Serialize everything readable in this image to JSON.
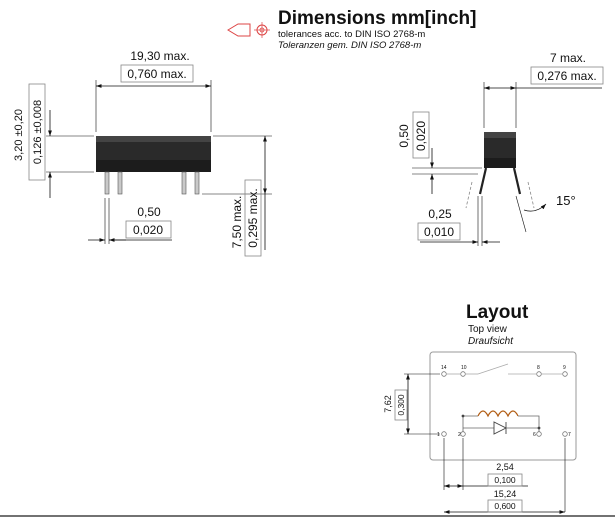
{
  "header": {
    "title": "Dimensions mm[inch]",
    "tol_en": "tolerances acc. to DIN ISO 2768-m",
    "tol_de": "Toleranzen gem. DIN ISO 2768-m"
  },
  "front": {
    "length_mm": "19,30 max.",
    "length_in": "0,760 max.",
    "height_mm": "3,20 ±0,20",
    "height_in": "0,126 ±0,008",
    "pin_w_mm": "0,50",
    "pin_w_in": "0,020",
    "total_h_mm": "7,50 max.",
    "total_h_in": "0,295 max."
  },
  "side": {
    "width_mm": "7 max.",
    "width_in": "0,276 max.",
    "pin_t_mm": "0,50",
    "pin_t_in": "0,020",
    "pin_d_mm": "0,25",
    "pin_d_in": "0,010",
    "angle": "15°"
  },
  "layout": {
    "title": "Layout",
    "sub_en": "Top view",
    "sub_de": "Draufsicht",
    "row_mm": "7,62",
    "row_in": "0,300",
    "pitch_mm": "2,54",
    "pitch_in": "0,100",
    "span_mm": "15,24",
    "span_in": "0,600",
    "pins_top": [
      "14",
      "10",
      "8",
      "9"
    ],
    "pins_bottom": [
      "1",
      "2",
      "6",
      "7"
    ]
  }
}
